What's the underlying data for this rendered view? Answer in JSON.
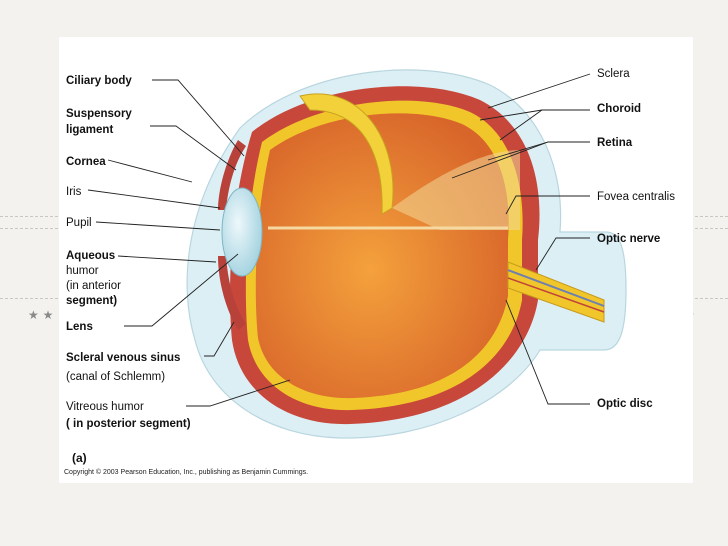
{
  "figure": {
    "panel_letter": "(a)",
    "copyright": "Copyright © 2003 Pearson Education, Inc., publishing as Benjamin Cummings."
  },
  "labels_left": {
    "ciliary_body": "Ciliary body",
    "suspensory_1": "Suspensory",
    "suspensory_2": "ligament",
    "cornea": "Cornea",
    "iris": "Iris",
    "pupil": "Pupil",
    "aqueous_1": "Aqueous",
    "aqueous_2": "humor",
    "aqueous_3": "(in anterior",
    "aqueous_4": "segment)",
    "lens": "Lens",
    "scleral_1": "Scleral venous sinus",
    "scleral_2": "(canal of Schlemm)",
    "vitreous_1": "Vitreous humor",
    "vitreous_2": "( in posterior segment)"
  },
  "labels_right": {
    "sclera": "Sclera",
    "choroid": "Choroid",
    "retina": "Retina",
    "fovea": "Fovea centralis",
    "optic_nerve": "Optic nerve",
    "optic_disc": "Optic disc"
  },
  "colors": {
    "sclera": "#d7ecf3",
    "choroid": "#c0443a",
    "retina": "#f2cc2a",
    "vitreous": "#ea8a2e",
    "lens": "#c5e6ee"
  }
}
